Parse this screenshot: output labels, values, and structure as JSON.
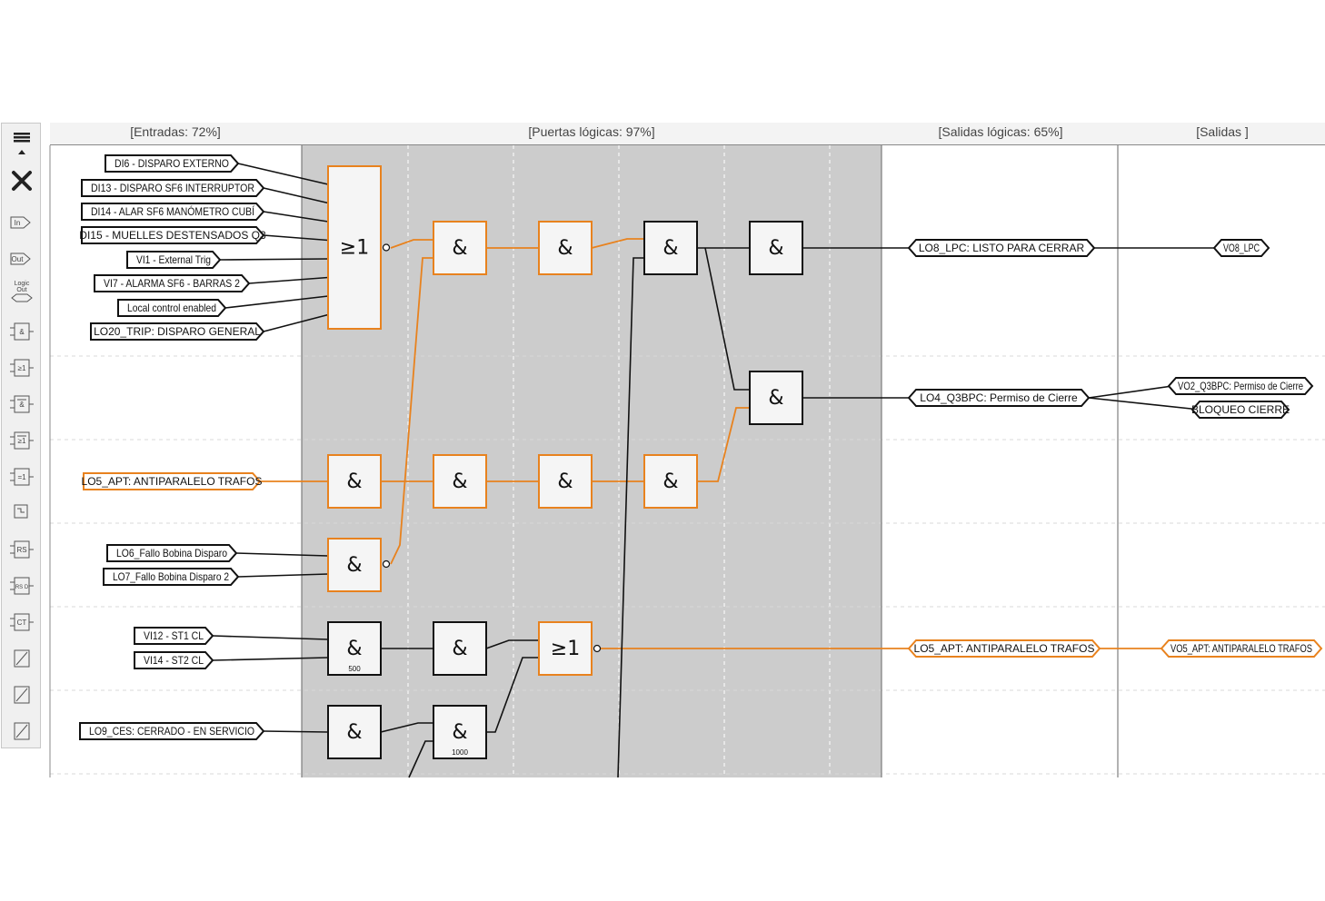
{
  "columns": {
    "inputs": "[Entradas: 72%]",
    "gates": "[Puertas lógicas: 97%]",
    "logic_outputs": "[Salidas lógicas: 65%]",
    "outputs": "[Salidas ]"
  },
  "toolbar": {
    "items": [
      {
        "name": "menu-icon"
      },
      {
        "name": "collapse-arrow-icon"
      },
      {
        "name": "delete-icon"
      },
      {
        "name": "input-block-icon",
        "text": "In"
      },
      {
        "name": "output-block-icon",
        "text": "Out"
      },
      {
        "name": "logic-out-icon",
        "text": "Logic Out"
      },
      {
        "name": "and-gate-icon",
        "text": "&"
      },
      {
        "name": "or-gate-icon",
        "text": "≥1"
      },
      {
        "name": "and-gate-inverted-icon",
        "text": "&"
      },
      {
        "name": "or-gate-inverted-icon",
        "text": "≥1"
      },
      {
        "name": "xor-gate-icon",
        "text": "=1"
      },
      {
        "name": "delay-block-icon"
      },
      {
        "name": "rs-flipflop-icon",
        "text": "RS"
      },
      {
        "name": "rs-d-flipflop-icon",
        "text": "RS D"
      },
      {
        "name": "counter-icon",
        "text": "CT"
      },
      {
        "name": "pulse-icon"
      },
      {
        "name": "timer-on-icon"
      },
      {
        "name": "timer-off-icon"
      }
    ]
  },
  "inputs": [
    {
      "id": "DI6",
      "label": "DI6 - DISPARO EXTERNO"
    },
    {
      "id": "DI13",
      "label": "DI13 - DISPARO SF6 INTERRUPTOR"
    },
    {
      "id": "DI14",
      "label": "DI14 - ALAR SF6 MANÓMETRO CUBÍ"
    },
    {
      "id": "DI15",
      "label": "DI15 - MUELLES DESTENSADOS Q3"
    },
    {
      "id": "VI1",
      "label": "VI1 - External Trig"
    },
    {
      "id": "VI7",
      "label": "VI7 - ALARMA SF6 - BARRAS 2"
    },
    {
      "id": "LCE",
      "label": "Local control enabled"
    },
    {
      "id": "LO20",
      "label": "LO20_TRIP: DISPARO GENERAL"
    },
    {
      "id": "LO5in",
      "label": "LO5_APT: ANTIPARALELO TRAFOS",
      "active": true
    },
    {
      "id": "LO6",
      "label": "LO6_Fallo Bobina Disparo"
    },
    {
      "id": "LO7",
      "label": "LO7_Fallo Bobina Disparo 2"
    },
    {
      "id": "VI12",
      "label": "VI12 - ST1 CL"
    },
    {
      "id": "VI14",
      "label": "VI14 - ST2 CL"
    },
    {
      "id": "LO9",
      "label": "LO9_CES: CERRADO - EN SERVICIO"
    }
  ],
  "gates": [
    {
      "id": "g_or1",
      "symbol": "≥1",
      "active": true
    },
    {
      "id": "g1",
      "symbol": "&",
      "active": true
    },
    {
      "id": "g2",
      "symbol": "&",
      "active": true
    },
    {
      "id": "g3",
      "symbol": "&",
      "active": false
    },
    {
      "id": "g4",
      "symbol": "&",
      "active": false
    },
    {
      "id": "g5",
      "symbol": "&",
      "active": false
    },
    {
      "id": "g6",
      "symbol": "&",
      "active": true
    },
    {
      "id": "g7",
      "symbol": "&",
      "active": true
    },
    {
      "id": "g8",
      "symbol": "&",
      "active": true
    },
    {
      "id": "g9",
      "symbol": "&",
      "active": true
    },
    {
      "id": "g10",
      "symbol": "&",
      "active": true
    },
    {
      "id": "g11",
      "symbol": "&",
      "active": false,
      "param": "500"
    },
    {
      "id": "g12",
      "symbol": "&",
      "active": false
    },
    {
      "id": "g_or2",
      "symbol": "≥1",
      "active": true
    },
    {
      "id": "g13",
      "symbol": "&",
      "active": false
    },
    {
      "id": "g14",
      "symbol": "&",
      "active": false,
      "param": "1000"
    }
  ],
  "logic_outputs": [
    {
      "id": "LO8",
      "label": "LO8_LPC: LISTO PARA CERRAR"
    },
    {
      "id": "LO4",
      "label": "LO4_Q3BPC: Permiso de Cierre"
    },
    {
      "id": "LO5out",
      "label": "LO5_APT: ANTIPARALELO TRAFOS",
      "active": true
    }
  ],
  "outputs": [
    {
      "id": "VO8",
      "label": "VO8_LPC"
    },
    {
      "id": "VO2",
      "label": "VO2_Q3BPC: Permiso de Cierre"
    },
    {
      "id": "BLQ",
      "label": "BLOQUEO CIERRE"
    },
    {
      "id": "VO5",
      "label": "VO5_APT: ANTIPARALELO TRAFOS",
      "active": true
    }
  ],
  "colors": {
    "active": "#e8821e",
    "inactive": "#111111",
    "gate_fill": "#f5f5f5",
    "gate_area": "#cccccc"
  }
}
